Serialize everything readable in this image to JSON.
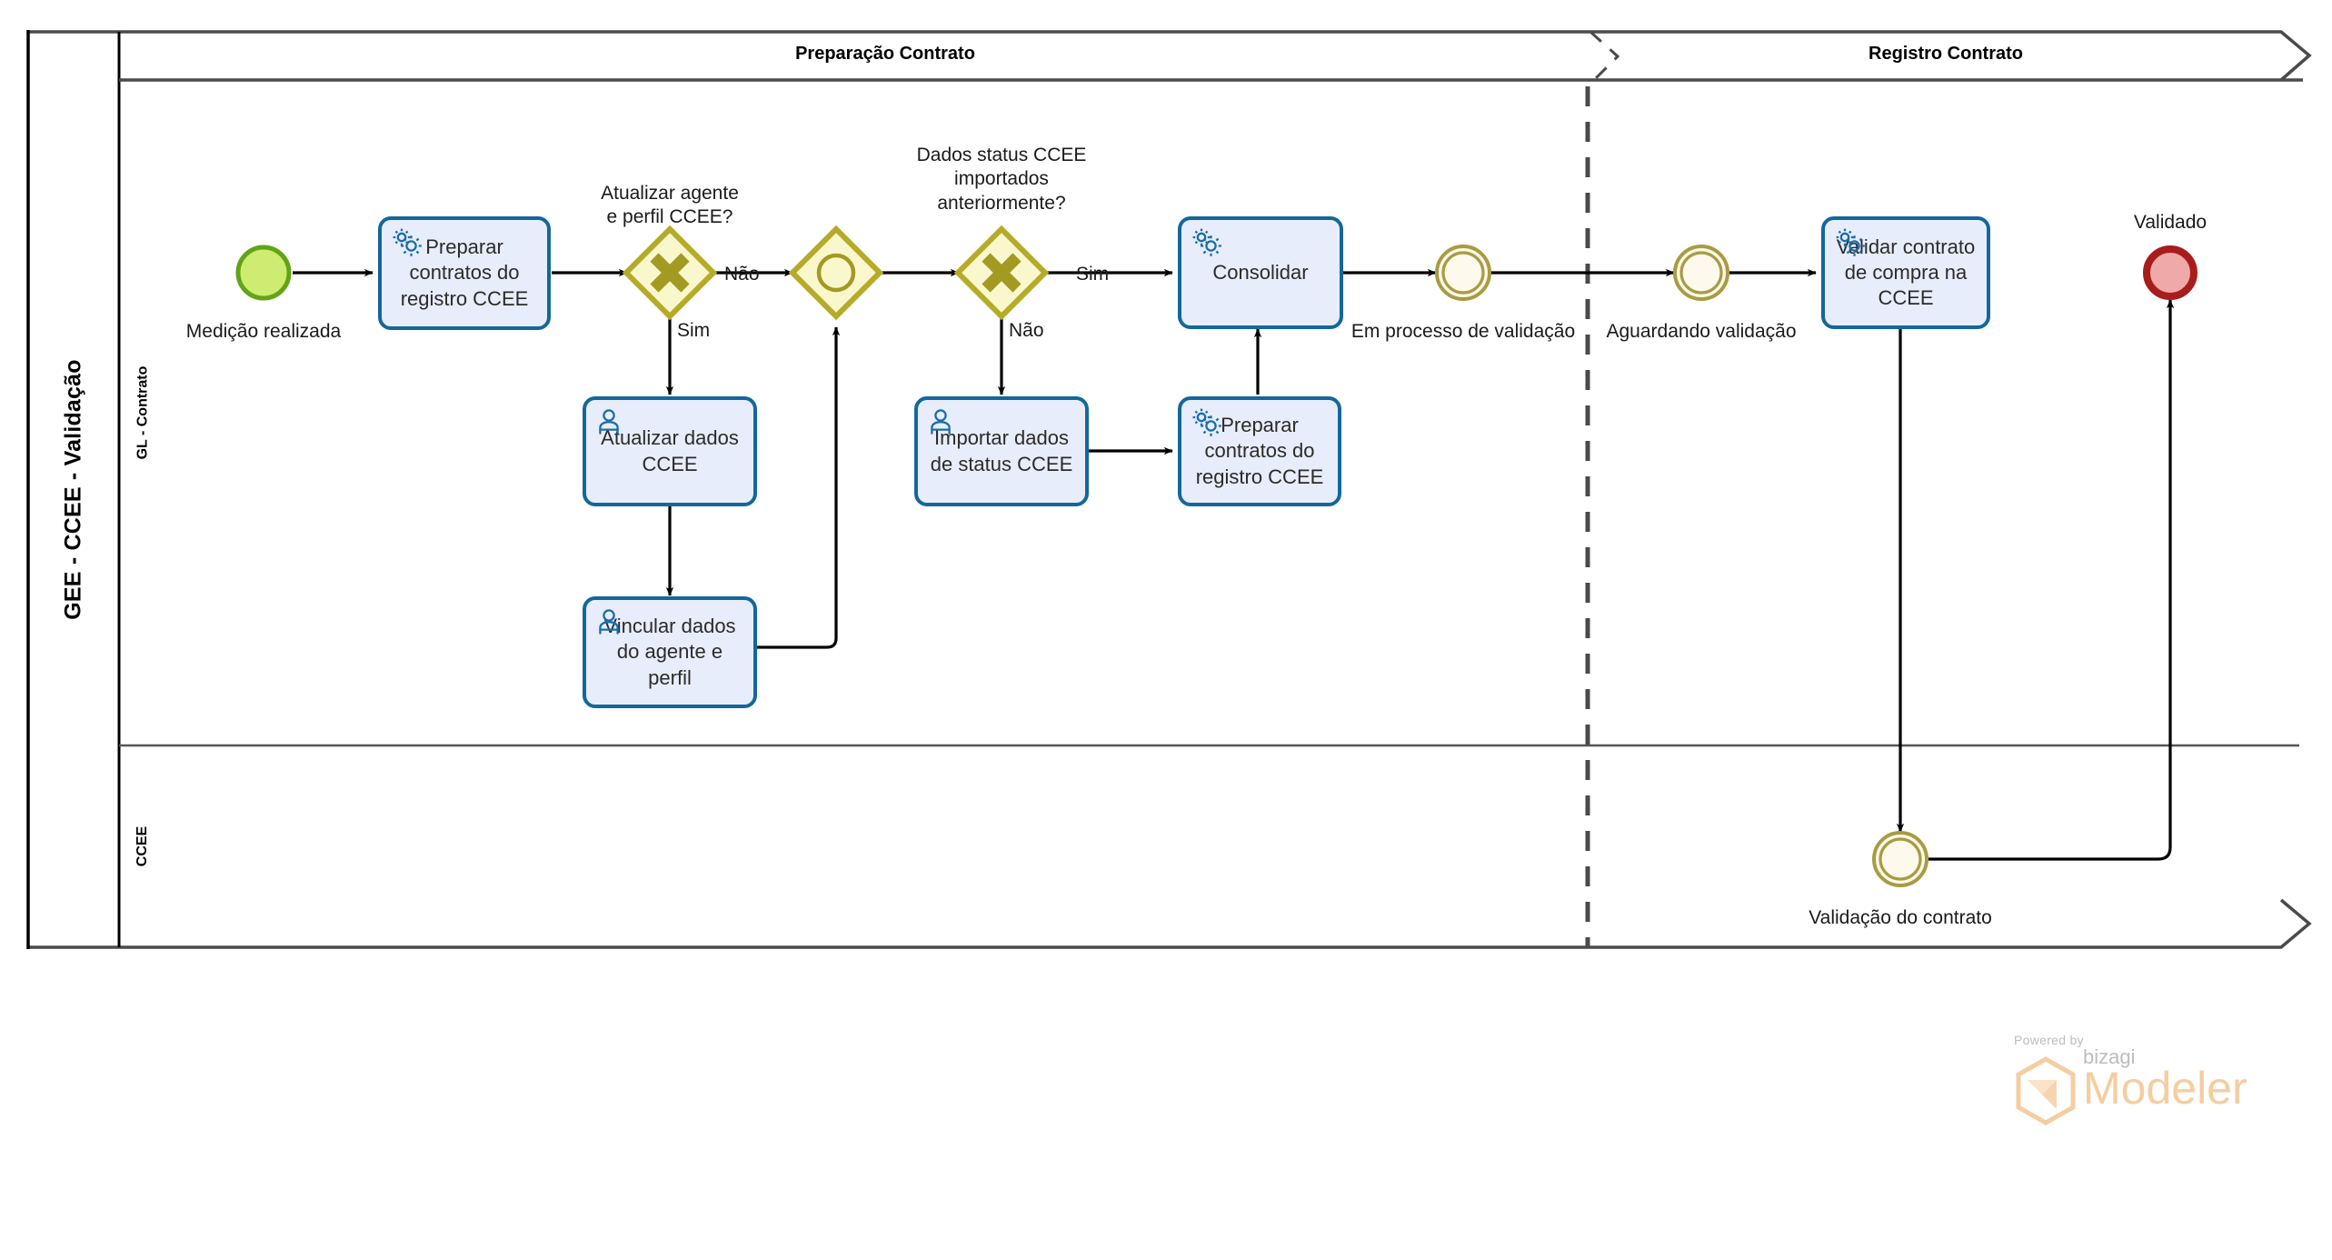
{
  "pool": {
    "title": "GEE - CCEE - Validação"
  },
  "lanes": [
    {
      "id": "gl-contrato",
      "label": "GL - Contrato"
    },
    {
      "id": "ccee",
      "label": "CCEE"
    }
  ],
  "phases": [
    {
      "id": "preparacao-contrato",
      "label": "Preparação Contrato"
    },
    {
      "id": "registro-contrato",
      "label": "Registro Contrato"
    }
  ],
  "events": {
    "start": {
      "label": "Medição realizada",
      "type": "start-event",
      "fill": "#cdec71",
      "stroke": "#63a416"
    },
    "em_processo": {
      "label": "Em processo de validação",
      "type": "intermediate-event",
      "fill": "#fdf9ec",
      "stroke": "#a99b42"
    },
    "aguardando": {
      "label": "Aguardando validação",
      "type": "intermediate-event",
      "fill": "#fdf9ec",
      "stroke": "#a99b42"
    },
    "validacao_contrato": {
      "label": "Validação do contrato",
      "type": "intermediate-event",
      "fill": "#fdf9ec",
      "stroke": "#a99b42"
    },
    "validado": {
      "label": "Validado",
      "type": "end-event",
      "fill": "#efa9a9",
      "stroke": "#a81c1c"
    }
  },
  "tasks": {
    "preparar_1": {
      "label": "Preparar contratos do registro CCEE",
      "icon": "service-gears-icon"
    },
    "atualizar_dados": {
      "label": "Atualizar dados CCEE",
      "icon": "user-task-icon"
    },
    "vincular_dados": {
      "label": "Vincular dados do agente e perfil",
      "icon": "user-task-icon"
    },
    "importar_dados": {
      "label": "Importar dados de status CCEE",
      "icon": "user-task-icon"
    },
    "preparar_2": {
      "label": "Preparar contratos do registro CCEE",
      "icon": "service-gears-icon"
    },
    "consolidar": {
      "label": "Consolidar",
      "icon": "service-gears-icon"
    },
    "validar_contrato": {
      "label": "Validar contrato de compra na CCEE",
      "icon": "service-gears-icon"
    }
  },
  "gateways": {
    "gw_atualizar": {
      "label": "Atualizar agente\ne perfil CCEE?",
      "type": "exclusive-gateway",
      "fill": "#fbf7cd",
      "stroke": "#b5ab28"
    },
    "gw_merge": {
      "label": "",
      "type": "inclusive-gateway",
      "fill": "#fbf7cd",
      "stroke": "#b5ab28"
    },
    "gw_dados": {
      "label": "Dados status CCEE\nimportados\nanteriormente?",
      "type": "exclusive-gateway",
      "fill": "#fbf7cd",
      "stroke": "#b5ab28"
    }
  },
  "flow_labels": {
    "nao_1": "Não",
    "sim_1": "Sim",
    "nao_2": "Não",
    "sim_2": "Sim"
  },
  "branding": {
    "powered_by": "Powered by",
    "brand": "bizagi",
    "product": "Modeler"
  },
  "colors": {
    "task_border": "#14679b",
    "task_fill": "#e8edfb",
    "gateway_stroke": "#b5ab28",
    "gateway_fill": "#fbf7cd",
    "event_gold": "#a99b42",
    "end_red": "#a81c1c",
    "start_green": "#63a416",
    "pool_border": "#000000",
    "lane_border": "#555555"
  }
}
